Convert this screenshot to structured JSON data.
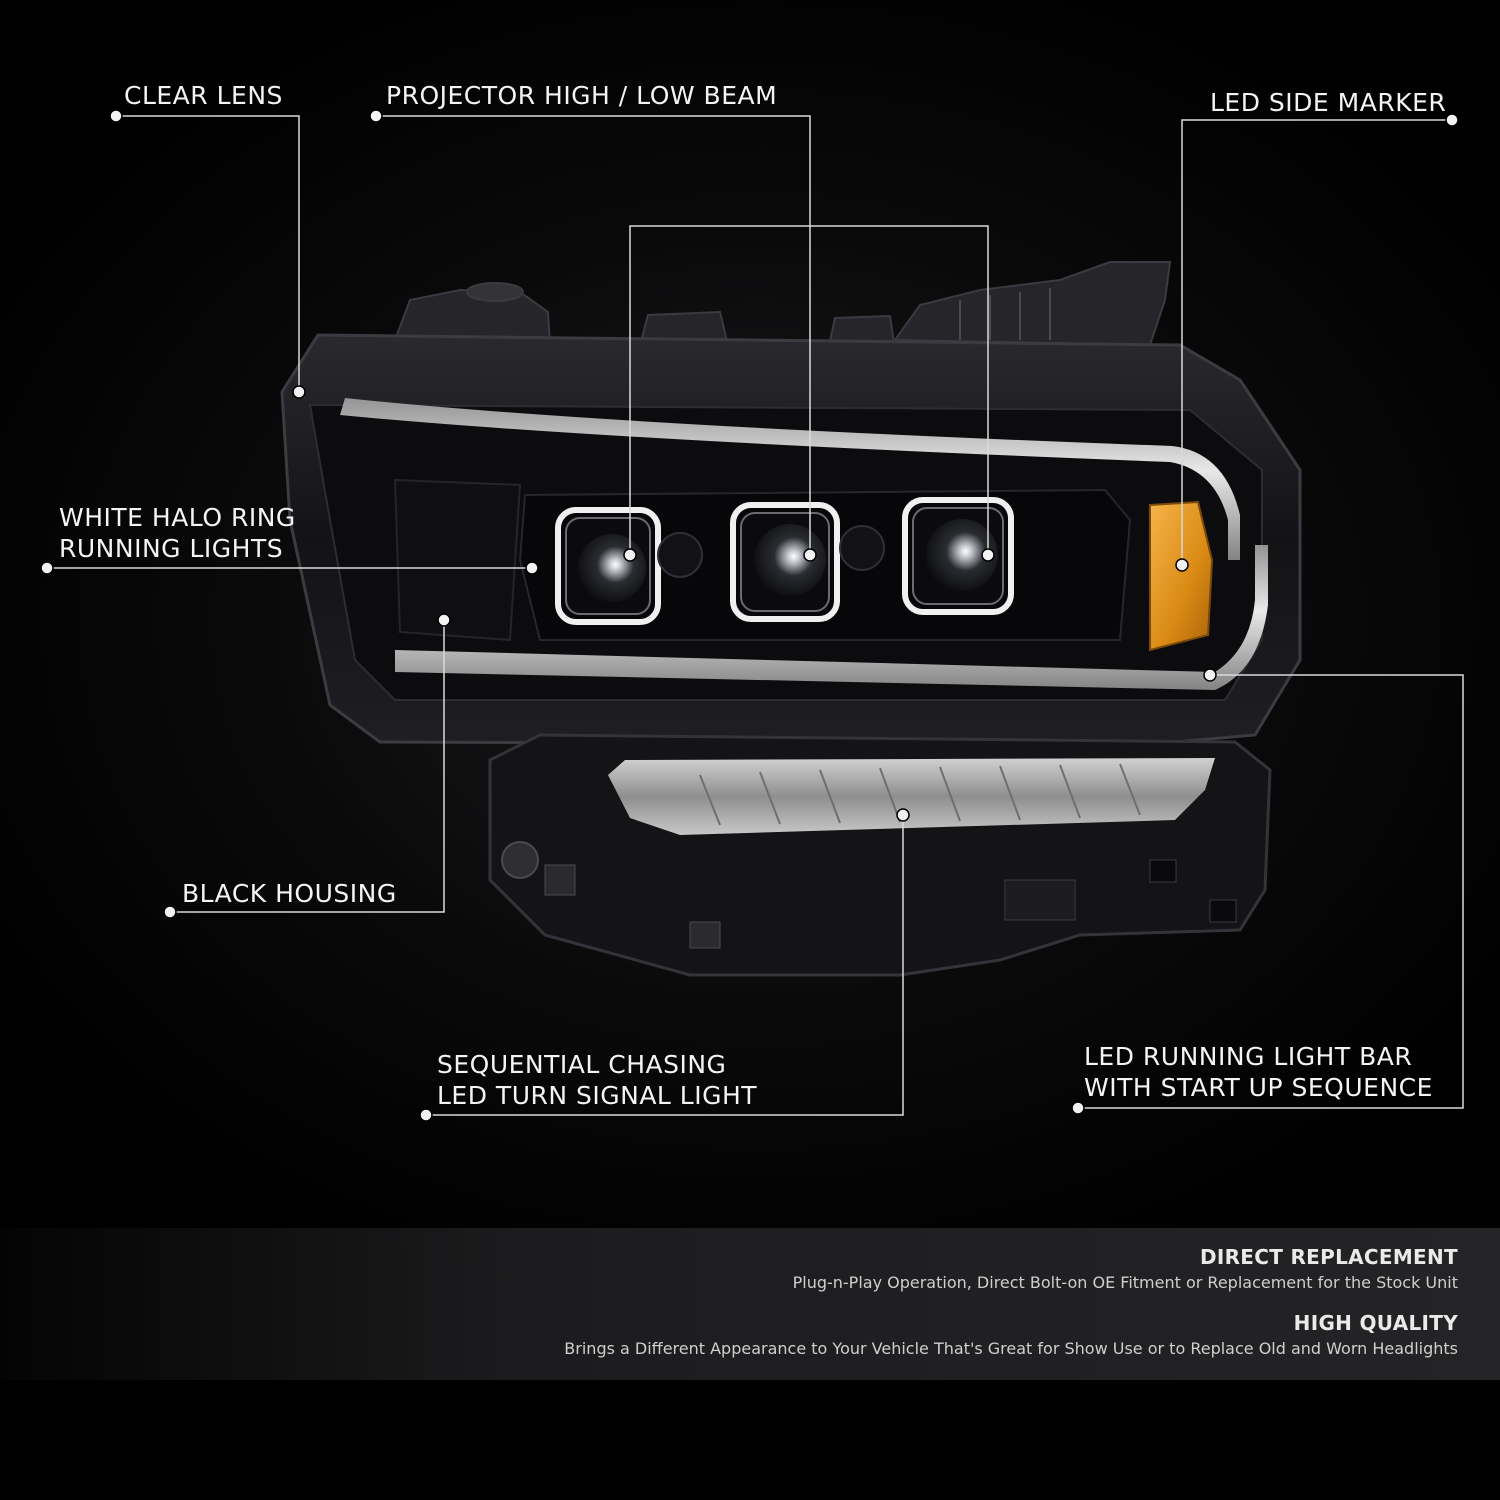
{
  "callouts": {
    "clear_lens": "CLEAR LENS",
    "projector": "PROJECTOR HIGH / LOW BEAM",
    "side_marker": "LED SIDE MARKER",
    "halo_line1": "WHITE HALO RING",
    "halo_line2": "RUNNING LIGHTS",
    "housing": "BLACK HOUSING",
    "turn_line1": "SEQUENTIAL CHASING",
    "turn_line2": "LED TURN SIGNAL LIGHT",
    "bar_line1": "LED RUNNING LIGHT BAR",
    "bar_line2": "WITH START UP SEQUENCE"
  },
  "features": [
    {
      "title": "DIRECT REPLACEMENT",
      "desc": "Plug-n-Play Operation, Direct Bolt-on OE Fitment or Replacement for the Stock Unit"
    },
    {
      "title": "HIGH QUALITY",
      "desc": "Brings a Different Appearance to Your Vehicle That's Great for Show Use or to Replace Old and Worn Headlights"
    }
  ],
  "colors": {
    "background": "#000000",
    "housing": "#111114",
    "amber_marker": "#e39a1e",
    "callout_line": "#d9d9d9"
  }
}
